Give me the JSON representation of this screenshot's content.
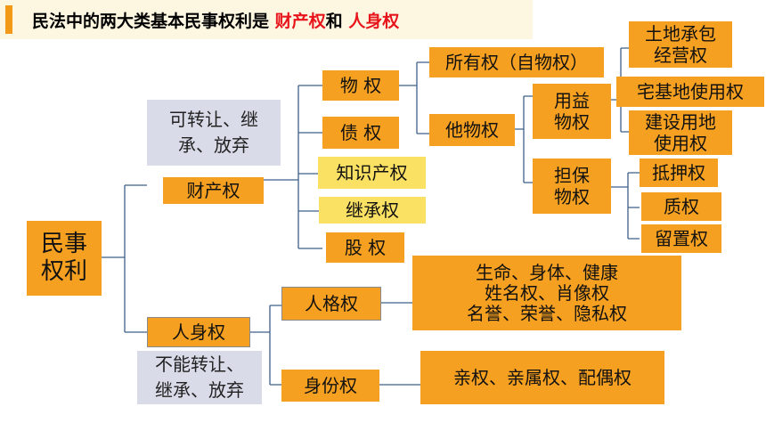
{
  "title": {
    "prefix": "民法中的两大类基本民事权利是 ",
    "property": "财产权",
    "joiner": "和 ",
    "personal": "人身权"
  },
  "nodes": {
    "root": "民事\n权利",
    "property_rights": "财产权",
    "personal_rights": "人身权",
    "property_note": "可转让、继\n承、放弃",
    "personal_note": "不能转让、\n继承、放弃",
    "real_right": "物 权",
    "debt_right": "债 权",
    "ip_right": "知识产权",
    "inheritance_right": "继承权",
    "equity_right": "股 权",
    "ownership": "所有权（自物权）",
    "other_real_right": "他物权",
    "usufruct": "用益\n物权",
    "security": "担保\n物权",
    "land_contract": "土地承包\n经营权",
    "homestead": "宅基地使用权",
    "construction_land": "建设用地\n使用权",
    "mortgage": "抵押权",
    "pledge": "质权",
    "lien": "留置权",
    "personality_right": "人格权",
    "identity_right": "身份权",
    "personality_items": "生命、身体、健康\n姓名权、肖像权\n名誉、荣誉、隐私权",
    "identity_items": "亲权、亲属权、配偶权"
  }
}
